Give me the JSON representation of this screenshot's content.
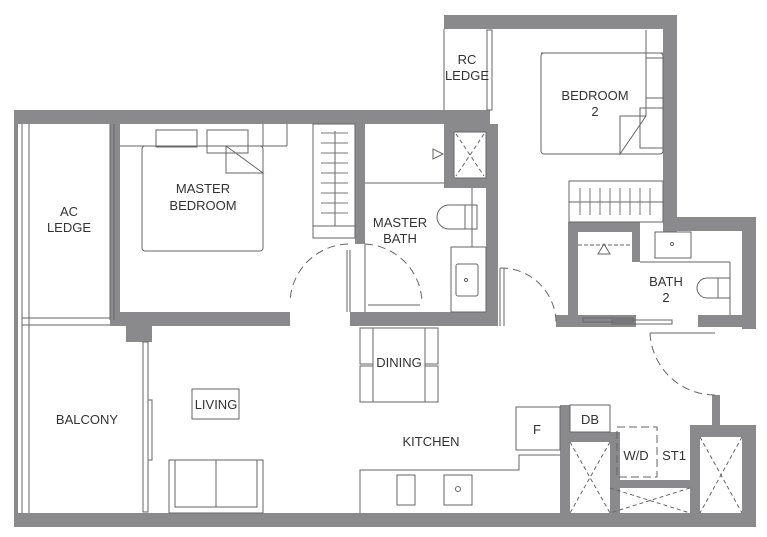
{
  "floorplan": {
    "wall_color": "#8a8a8d",
    "line_color": "#666666",
    "text_color": "#333333",
    "rooms": {
      "rc_ledge": [
        "RC",
        "LEDGE"
      ],
      "bedroom2": [
        "BEDROOM",
        "2"
      ],
      "ac_ledge": [
        "AC",
        "LEDGE"
      ],
      "master_bedroom": [
        "MASTER",
        "BEDROOM"
      ],
      "master_bath": [
        "MASTER",
        "BATH"
      ],
      "bath2": [
        "BATH",
        "2"
      ],
      "dining": "DINING",
      "living": "LIVING",
      "balcony": "BALCONY",
      "kitchen": "KITCHEN",
      "fridge": "F",
      "db": "DB",
      "wd": "W/D",
      "st1": "ST1"
    }
  }
}
